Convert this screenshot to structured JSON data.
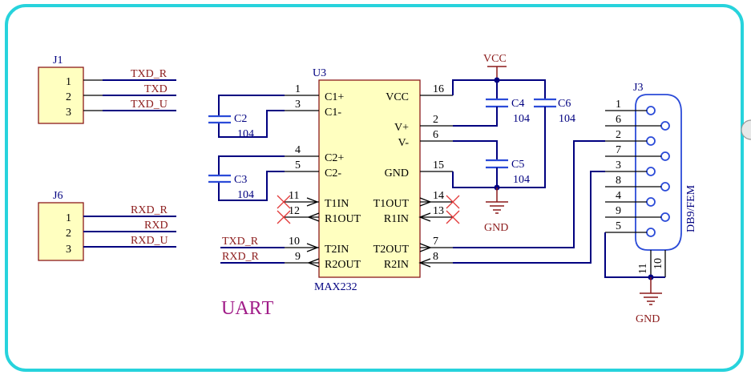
{
  "title": "UARТ",
  "colors": {
    "frame": "#27d3dc",
    "wire": "#000080",
    "title": "#a01b88",
    "net": "#8b1a1a",
    "body_fill": "#ffffc0",
    "capacitor": "#2b4bd8",
    "no_connect": "#e23a3a"
  },
  "j1": {
    "ref": "J1",
    "pins": [
      "1",
      "2",
      "3"
    ],
    "nets": [
      "TXD_R",
      "TXD",
      "TXD_U"
    ]
  },
  "j6": {
    "ref": "J6",
    "pins": [
      "1",
      "2",
      "3"
    ],
    "nets": [
      "RXD_R",
      "RXD",
      "RXD_U"
    ]
  },
  "u3": {
    "ref": "U3",
    "part": "MAX232",
    "left_pins": [
      {
        "num": "1",
        "name": "C1+"
      },
      {
        "num": "3",
        "name": "C1-"
      },
      {
        "num": "4",
        "name": "C2+"
      },
      {
        "num": "5",
        "name": "C2-"
      },
      {
        "num": "11",
        "name": "T1IN"
      },
      {
        "num": "12",
        "name": "R1OUT"
      },
      {
        "num": "10",
        "name": "T2IN"
      },
      {
        "num": "9",
        "name": "R2OUT"
      }
    ],
    "right_pins": [
      {
        "num": "16",
        "name": "VCC"
      },
      {
        "num": "2",
        "name": "V+"
      },
      {
        "num": "6",
        "name": "V-"
      },
      {
        "num": "15",
        "name": "GND"
      },
      {
        "num": "14",
        "name": "T1OUT"
      },
      {
        "num": "13",
        "name": "R1IN"
      },
      {
        "num": "7",
        "name": "T2OUT"
      },
      {
        "num": "8",
        "name": "R2IN"
      }
    ],
    "in_nets": [
      "TXD_R",
      "RXD_R"
    ]
  },
  "caps": [
    {
      "ref": "C2",
      "value": "104"
    },
    {
      "ref": "C3",
      "value": "104"
    },
    {
      "ref": "C4",
      "value": "104"
    },
    {
      "ref": "C5",
      "value": "104"
    },
    {
      "ref": "C6",
      "value": "104"
    }
  ],
  "power": {
    "vcc": "VCC",
    "gnd": "GND"
  },
  "j3": {
    "ref": "J3",
    "part": "DB9/FEM",
    "pins": [
      "1",
      "6",
      "2",
      "7",
      "3",
      "8",
      "4",
      "9",
      "5"
    ],
    "shell_pins": [
      "11",
      "10"
    ]
  }
}
